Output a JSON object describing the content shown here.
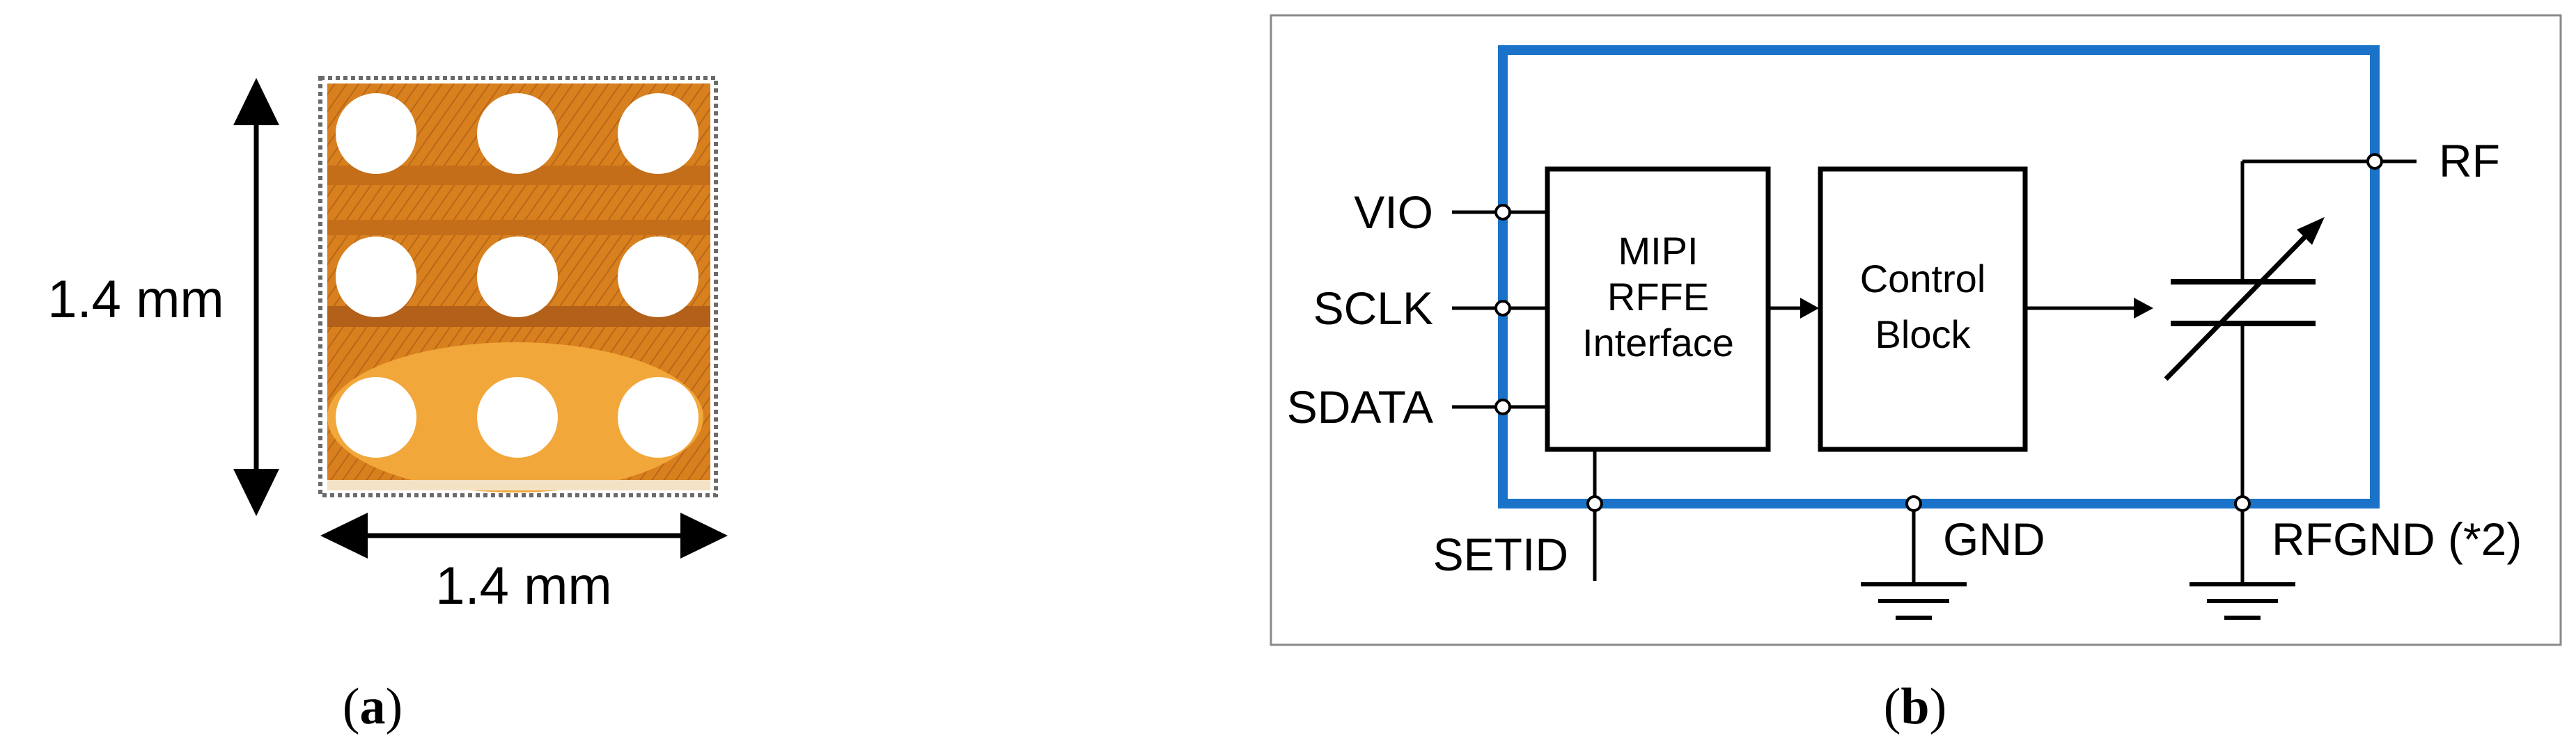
{
  "panel_a": {
    "height_label": "1.4 mm",
    "width_label": "1.4 mm",
    "caption": "a"
  },
  "panel_b": {
    "caption": "b",
    "blocks": {
      "mipi_line1": "MIPI",
      "mipi_line2": "RFFE",
      "mipi_line3": "Interface",
      "control_line1": "Control",
      "control_line2": "Block"
    },
    "pins": {
      "vio": "VIO",
      "sclk": "SCLK",
      "sdata": "SDATA",
      "setid": "SETID",
      "gnd": "GND",
      "rfgnd": "RFGND (*2)",
      "rf": "RF"
    }
  },
  "colors": {
    "chip_outline": "#1a73c8",
    "die_orange": "#e0881e",
    "die_light": "#f3a83a",
    "die_dark": "#a85a14",
    "bump": "#ffffff",
    "line": "#000000"
  }
}
